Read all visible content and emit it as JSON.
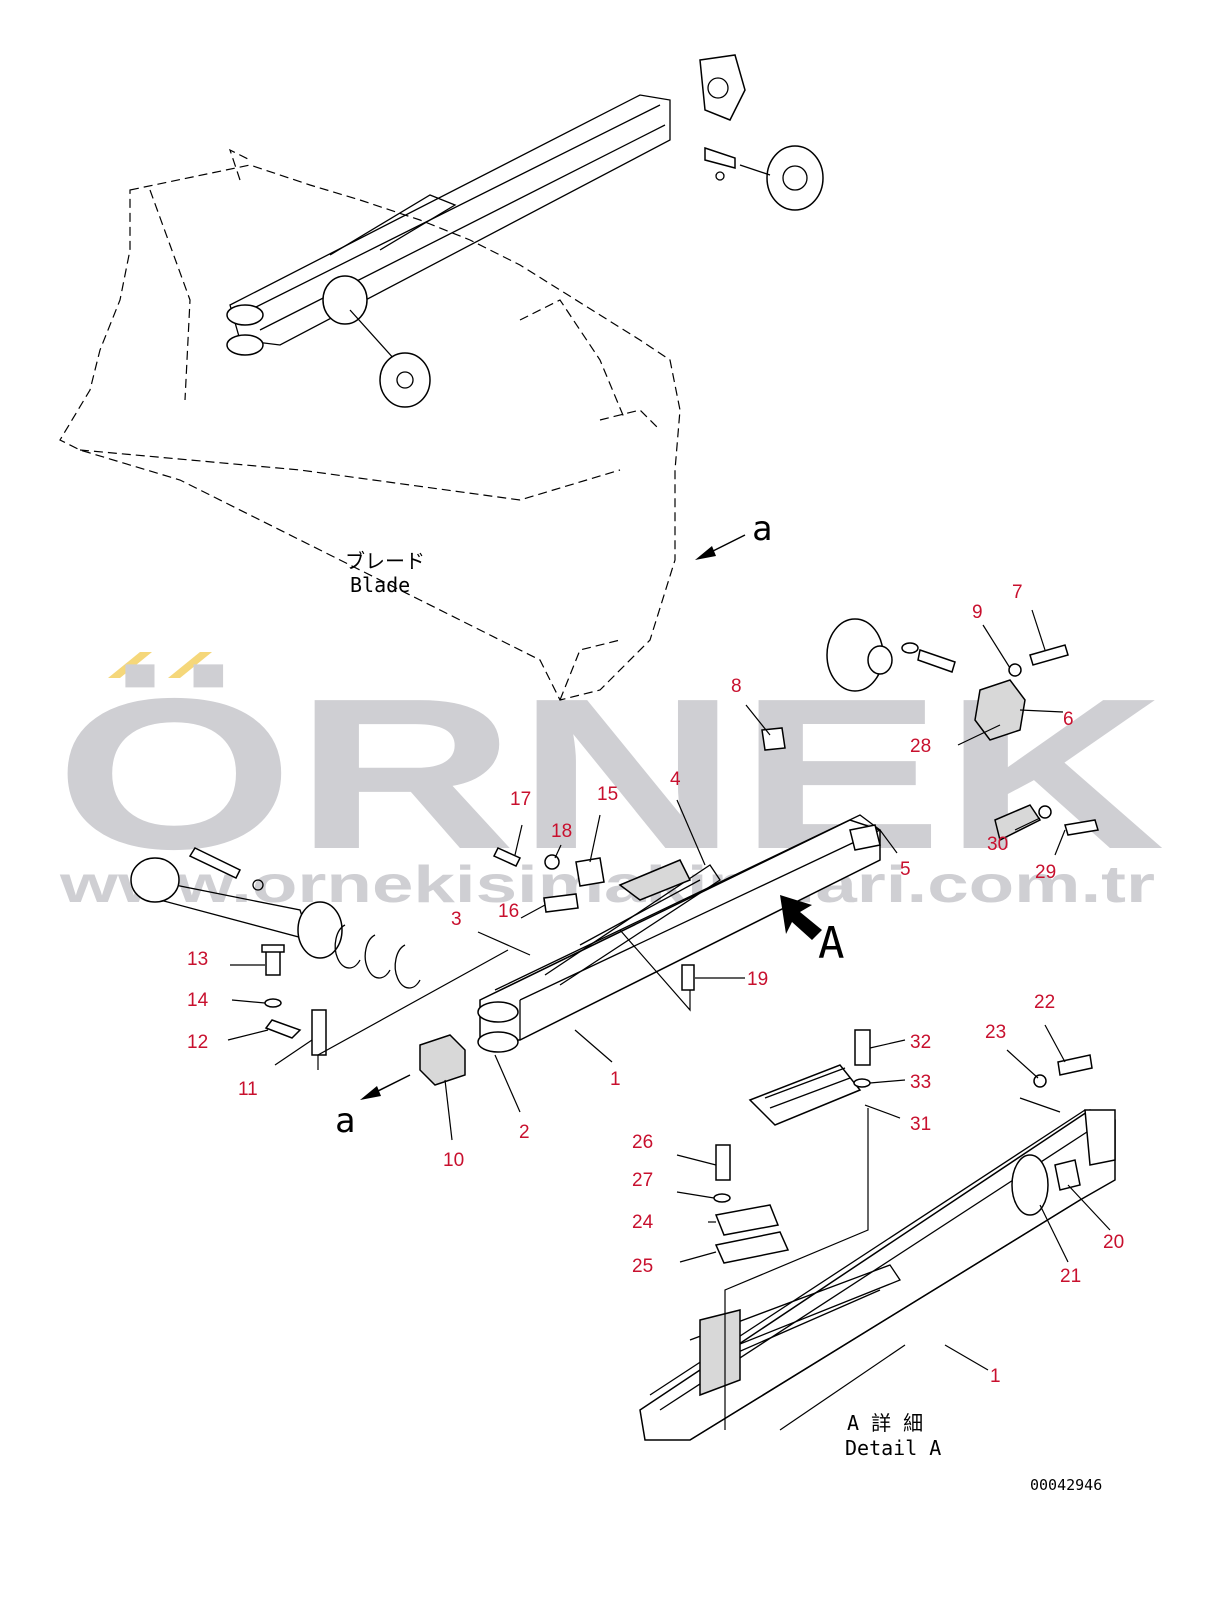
{
  "diagram": {
    "blade_label_jp": "ブレード",
    "blade_label_en": "Blade",
    "view_marker": "A",
    "detail_label_jp": "A 詳 細",
    "detail_label_en": "Detail A",
    "section_marker_top": "a",
    "section_marker_bottom": "a",
    "drawing_number": "00042946",
    "callout_color": "#c8102e"
  },
  "watermark": {
    "brand": "ÖRNEK",
    "url": "www.ornekisimakinalari.com.tr",
    "accent_color": "#f5d77a",
    "text_color": "#cfcfd3"
  },
  "callouts": [
    "1",
    "2",
    "3",
    "4",
    "5",
    "6",
    "7",
    "8",
    "9",
    "10",
    "11",
    "12",
    "13",
    "14",
    "15",
    "16",
    "17",
    "18",
    "19",
    "20",
    "21",
    "22",
    "23",
    "24",
    "25",
    "26",
    "27",
    "28",
    "29",
    "30",
    "31",
    "32",
    "33",
    "1"
  ]
}
